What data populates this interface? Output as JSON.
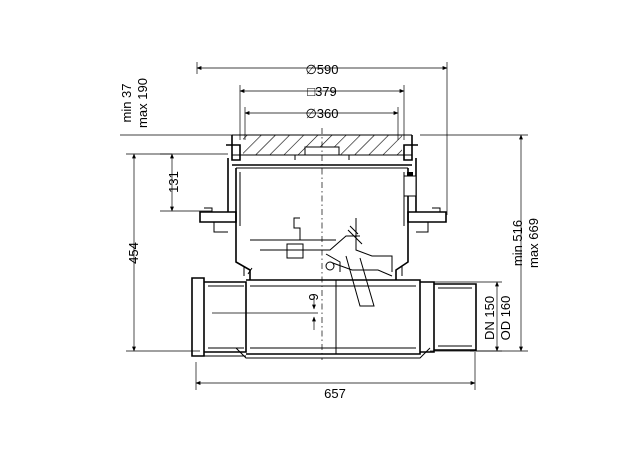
{
  "dimensions": {
    "cover_diameter": "∅590",
    "frame_square": "□379",
    "grate_diameter": "∅360",
    "adjust_min": "min 37",
    "adjust_max": "max 190",
    "depth_131": "131",
    "height_454": "454",
    "offset_9": "9",
    "total_min": "min 516",
    "total_max": "max 669",
    "dn": "DN 150",
    "od": "OD 160",
    "length_657": "657"
  },
  "colors": {
    "line": "#000000",
    "hatch": "#000000",
    "background": "#ffffff"
  }
}
